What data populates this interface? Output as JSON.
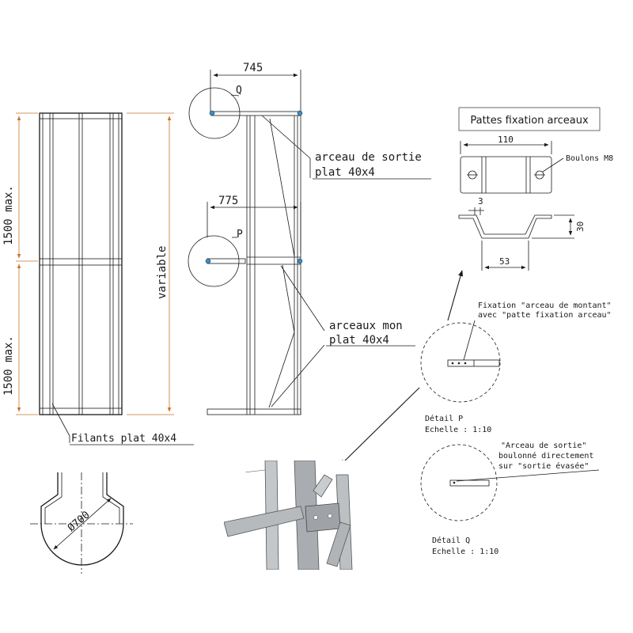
{
  "front_view": {
    "dim_upper": "1500 max.",
    "dim_lower": "1500 max.",
    "dim_total": "variable",
    "filants_label": "Filants plat 40x4"
  },
  "side_view": {
    "dim_top": "745",
    "dim_mid": "775",
    "detail_q_marker": "Q",
    "detail_p_marker": "P",
    "arceau_sortie_line1": "arceau de sortie",
    "arceau_sortie_line2": "plat 40x4",
    "arceaux_mon_line1": "arceaux mon",
    "arceaux_mon_line2": "plat 40x4"
  },
  "pattes": {
    "title": "Pattes fixation arceaux",
    "dim_width": "110",
    "boulons": "Boulons M8",
    "dim_thickness": "3",
    "dim_height": "30",
    "dim_base": "53"
  },
  "detail_p": {
    "note_line1": "Fixation \"arceau de montant\"",
    "note_line2": "avec \"patte fixation arceau\"",
    "title": "Détail P",
    "scale": "Echelle :  1:10"
  },
  "detail_q": {
    "note_line1": "\"Arceau de sortie\"",
    "note_line2": "boulonné directement",
    "note_line3": "sur \"sortie évasée\"",
    "title": "Détail Q",
    "scale": "Echelle :  1:10"
  },
  "plan_view": {
    "diameter": "Ø700"
  },
  "colors": {
    "line": "#1a1a1a",
    "dimension_orange": "#c8742a",
    "bolt_blue": "#3a8ec8",
    "steel_grey": "#a9adb1"
  }
}
